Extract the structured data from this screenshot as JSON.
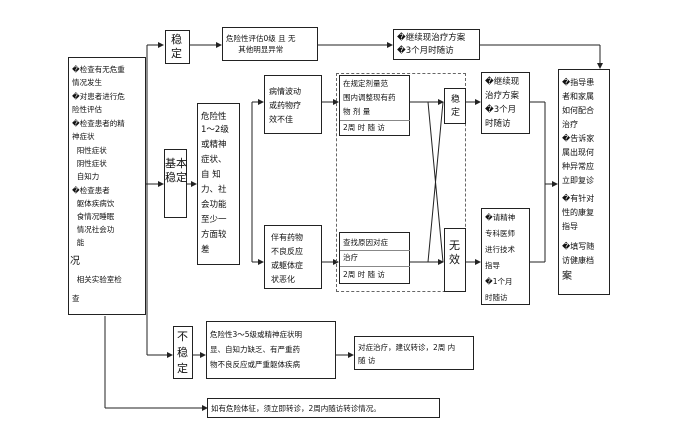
{
  "left_box": {
    "lines": [
      "�检查有无危重",
      "情况发生",
      "�对患者进行危",
      "险性评估",
      "�检查患者的精",
      "神症状",
      "  阳性症状",
      "  阴性症状",
      "  自知力",
      "�检查患者",
      "  躯体疾病饮",
      "  食情况睡眠",
      "  情况社会功",
      "  能",
      "况",
      "  相关实验室检",
      "查"
    ]
  },
  "stable": {
    "label": "稳\n定",
    "desc": "危险性评估0级 且 无\n其他明显异常"
  },
  "stable_result": {
    "lines": [
      "�继续现治疗方案",
      "�3个月时随访"
    ]
  },
  "basic_stable": {
    "label": "基本\n稳定"
  },
  "risk_box": {
    "lines": [
      "危险性",
      "1～2级",
      "或精神",
      "症状、",
      "自 知",
      "力、社",
      "会功能",
      "至少一",
      "方面较",
      "差"
    ]
  },
  "effect_poor": {
    "lines": [
      "病情波动",
      "或药物疗",
      "效不佳"
    ]
  },
  "action_top": {
    "lines": [
      "在规定剂量范",
      "围内调整现有药",
      "物 剂 量"
    ],
    "followup": "2周 时 随 访"
  },
  "side_effect": {
    "lines": [
      "伴有药物",
      "不良反应",
      "或躯体症",
      "状恶化"
    ]
  },
  "action_bottom": {
    "lines": [
      "查找原因对症",
      "治疗"
    ],
    "followup": "2周 时 随 访"
  },
  "stable2": {
    "label": "稳\n定"
  },
  "stable2_result": {
    "lines": [
      "�继续现",
      "治疗方案",
      "�3个月",
      "时随访"
    ]
  },
  "invalid": {
    "label": "无\n效"
  },
  "invalid_result": {
    "lines": [
      "�请精神",
      "专科医师",
      "进行技术",
      "指导",
      "�1个月",
      "时随访"
    ]
  },
  "guidance": {
    "lines": [
      "�指导患",
      "者和家属",
      "如何配合",
      "治疗",
      "�告诉家",
      "属出现何",
      "种异常应",
      "立即复诊",
      "�有针对",
      "性的康复",
      "指导",
      "�填写随",
      "访健康档",
      "案"
    ]
  },
  "unstable": {
    "label": "不\n稳\n定"
  },
  "unstable_desc": {
    "lines": [
      "危险性3～5级或精神症状明",
      "显、自知力缺乏、有严重药",
      "物不良反应或严重躯体疾病"
    ]
  },
  "unstable_action": {
    "lines": [
      "对症治疗，建议转诊，2周 内",
      "随 访"
    ]
  },
  "emergency": {
    "text": "如有危险体征，须立即转诊，2周内随访转诊情况。"
  }
}
